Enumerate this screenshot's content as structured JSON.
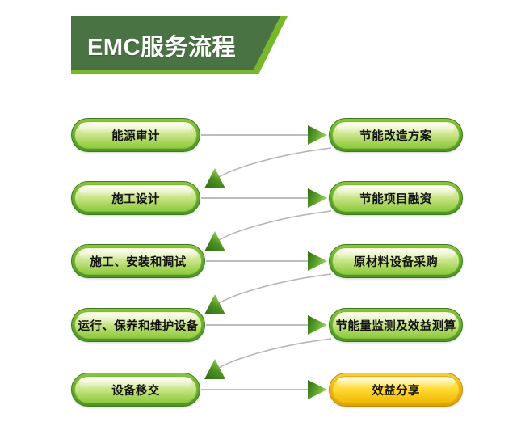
{
  "header": {
    "title": "EMC服务流程",
    "banner_dark_green": "#4a7343",
    "banner_accent_green": "#76b82a",
    "title_color": "#ffffff"
  },
  "palette": {
    "node_green_fill_top": "#f2f7cf",
    "node_green_fill_bottom": "#8ccb3e",
    "node_green_border": "#4e9424",
    "node_gold_fill_top": "#fff07e",
    "node_gold_fill_bottom": "#efb90c",
    "node_gold_border": "#dfa206",
    "arrow_green_dark": "#3f7a1e",
    "arrow_green_light": "#8dc63f",
    "connector_line": "#b9b9b9",
    "page_background": "#ffffff"
  },
  "flow": {
    "left_column": [
      {
        "id": "energy-audit",
        "label": "能源审计",
        "style": "green",
        "row": 1
      },
      {
        "id": "construction-design",
        "label": "施工设计",
        "style": "green",
        "row": 2
      },
      {
        "id": "install-commission",
        "label": "施工、安装和调试",
        "style": "green",
        "row": 3
      },
      {
        "id": "operate-maintain",
        "label": "运行、保养和维护设备",
        "style": "green",
        "row": 4
      },
      {
        "id": "handover",
        "label": "设备移交",
        "style": "green",
        "row": 5
      }
    ],
    "right_column": [
      {
        "id": "retrofit-plan",
        "label": "节能改造方案",
        "style": "green",
        "row": 1
      },
      {
        "id": "project-financing",
        "label": "节能项目融资",
        "style": "green",
        "row": 2
      },
      {
        "id": "material-purchase",
        "label": "原材料设备采购",
        "style": "green",
        "row": 3
      },
      {
        "id": "measure-verify",
        "label": "节能量监测及效益测算",
        "style": "green",
        "row": 4
      },
      {
        "id": "benefit-sharing",
        "label": "效益分享",
        "style": "gold",
        "row": 5
      }
    ],
    "connectors": {
      "straight_right_count": 5,
      "curved_back_count": 4,
      "straight_description": "horizontal line from left node to right node with right-pointing triangle arrowhead",
      "curved_description": "curved line from right node of row N down-left to up-pointing triangle above left node of row N+1"
    }
  }
}
